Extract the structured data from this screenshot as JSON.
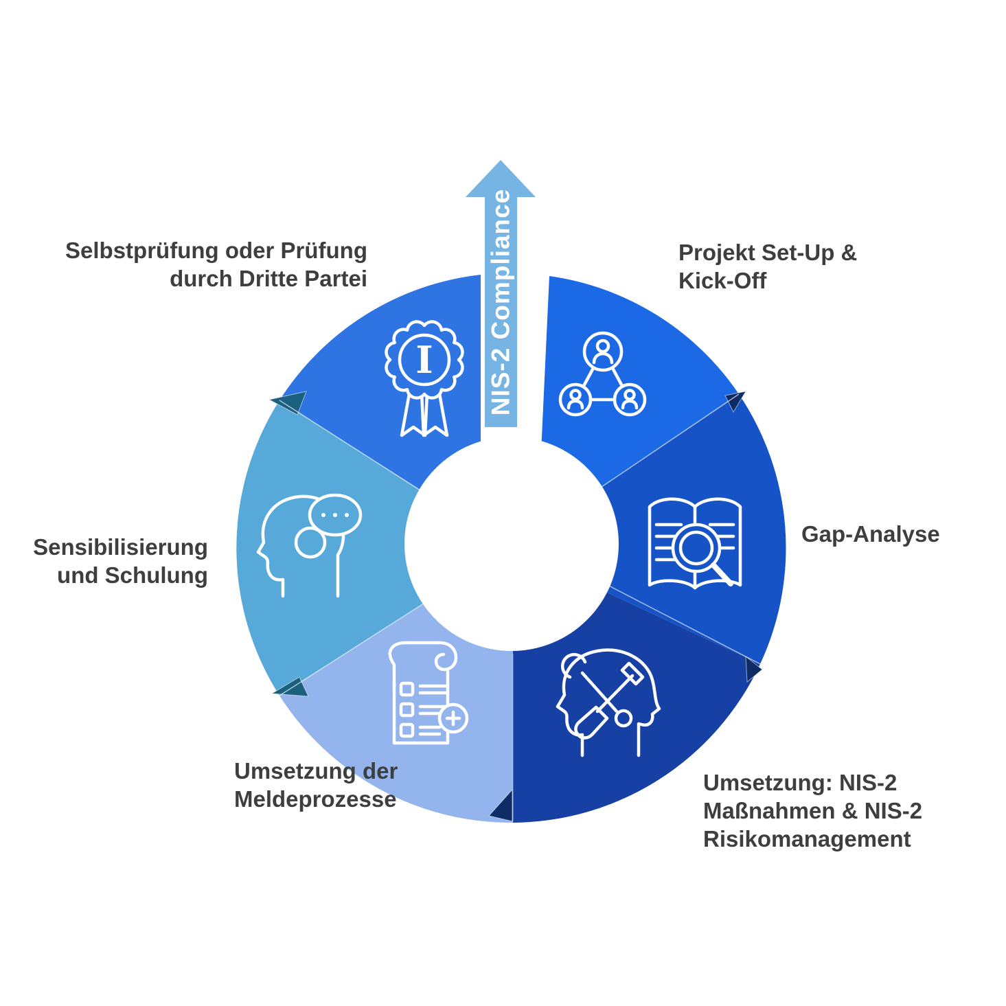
{
  "title_arrow": {
    "label": "NIS-2 Compliance",
    "color": "#76B5E3",
    "text_color": "#FFFFFF"
  },
  "colors": {
    "background": "#FFFFFF",
    "label_text": "#3E3E3E",
    "icon_stroke": "#FFFFFF",
    "fold_teal": "#1C6080",
    "fold_navy": "#0D2C66"
  },
  "segments": [
    {
      "id": "projekt",
      "label_lines": [
        "Projekt Set-Up &",
        "Kick-Off"
      ],
      "color": "#1B69E4",
      "icon": "people-network-icon"
    },
    {
      "id": "gap-analyse",
      "label_lines": [
        "Gap-Analyse"
      ],
      "color": "#1553C6",
      "icon": "book-magnifier-icon"
    },
    {
      "id": "umsetzung-massnahmen",
      "label_lines": [
        "Umsetzung: NIS-2",
        "Maßnahmen & NIS-2",
        "Risikomanagement"
      ],
      "color": "#1740A4",
      "icon": "head-tools-icon"
    },
    {
      "id": "meldeprozesse",
      "label_lines": [
        "Umsetzung der",
        "Meldeprozesse"
      ],
      "color": "#93B4ED",
      "icon": "scroll-checklist-icon"
    },
    {
      "id": "sensibilisierung",
      "label_lines": [
        "Sensibilisierung",
        "und Schulung"
      ],
      "color": "#57A9D9",
      "icon": "head-speech-icon"
    },
    {
      "id": "selbstpruefung",
      "label_lines": [
        "Selbstprüfung oder Prüfung",
        "durch Dritte Partei"
      ],
      "color": "#2E74E2",
      "icon": "award-badge-icon",
      "icon_letter": "I"
    }
  ]
}
